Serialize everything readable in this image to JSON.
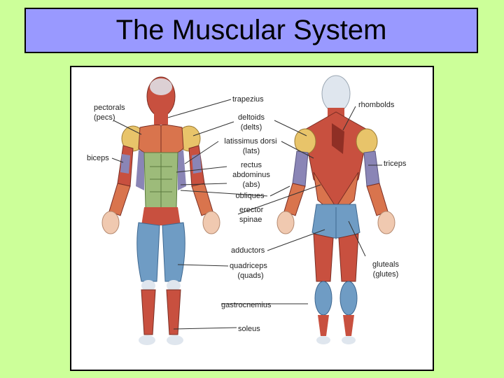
{
  "title": "The Muscular System",
  "labels": {
    "pectorals": "pectorals",
    "pecs": "(pecs)",
    "biceps": "biceps",
    "trapezius": "trapezius",
    "deltoids": "deltoids",
    "delts": "(delts)",
    "latissimus": "latissimus dorsi",
    "lats": "(lats)",
    "rectus": "rectus",
    "abdominus": "abdominus",
    "abs": "(abs)",
    "obliques": "obliques",
    "erector": "erector",
    "spinae": "spinae",
    "adductors": "adductors",
    "quadriceps": "quadriceps",
    "quads": "(quads)",
    "gastrocnemius": "gastrocnemius",
    "soleus": "soleus",
    "rhombolds": "rhombolds",
    "triceps": "triceps",
    "gluteals": "gluteals",
    "glutes": "(glutes)"
  },
  "colors": {
    "background": "#ccff99",
    "title_bar": "#9999ff",
    "muscle_red": "#c8503f",
    "muscle_orange": "#d9744d",
    "delt_yellow": "#e8c46a",
    "abs_green": "#9dbb7a",
    "quad_blue": "#6f9cc4",
    "lats_purple": "#8a85b6",
    "skin": "#f0c9b0",
    "tendon": "#dfe6ee"
  }
}
